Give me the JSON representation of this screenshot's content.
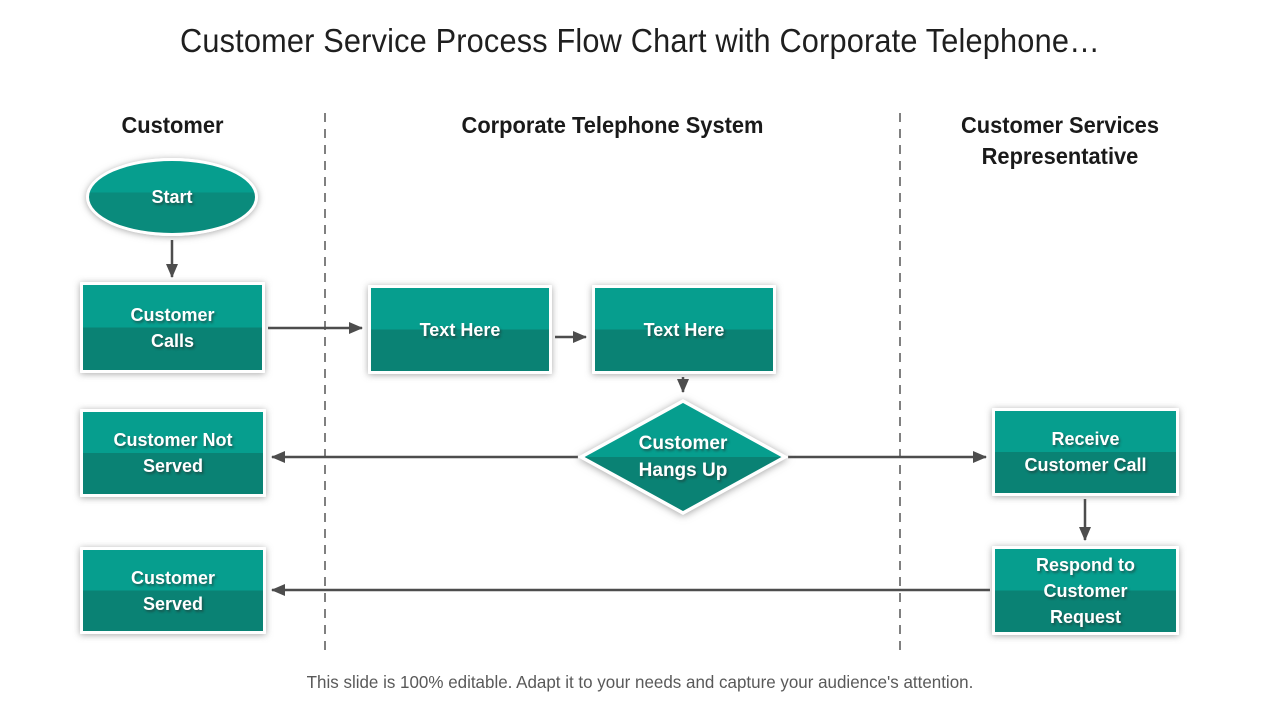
{
  "title": "Customer Service Process Flow Chart with Corporate Telephone…",
  "lanes": [
    {
      "label": "Customer"
    },
    {
      "label": "Corporate Telephone System"
    },
    {
      "label": "Customer Services\nRepresentative"
    }
  ],
  "nodes": {
    "start": {
      "label": "Start",
      "shape": "ellipse"
    },
    "customer_calls": {
      "label": "Customer\nCalls",
      "shape": "rect"
    },
    "text_here_1": {
      "label": "Text Here",
      "shape": "rect"
    },
    "text_here_2": {
      "label": "Text Here",
      "shape": "rect"
    },
    "customer_hangs_up": {
      "label": "Customer\nHangs Up",
      "shape": "diamond"
    },
    "customer_not_served": {
      "label": "Customer Not\nServed",
      "shape": "rect"
    },
    "receive_customer_call": {
      "label": "Receive\nCustomer Call",
      "shape": "rect"
    },
    "respond_to_customer_request": {
      "label": "Respond to\nCustomer\nRequest",
      "shape": "rect"
    },
    "customer_served": {
      "label": "Customer\nServed",
      "shape": "rect"
    }
  },
  "caption": "This slide is 100% editable. Adapt it to your needs and capture your audience's attention.",
  "colors": {
    "teal-top": "#069E8E",
    "teal-bottom": "#0A8274",
    "ellipse-bottom": "#0A8B7C",
    "arrow": "#4D4D4D",
    "lane-divider": "#808080",
    "title-text": "#1F1F1F",
    "caption-text": "#595959",
    "node-text": "#FFFFFF"
  }
}
